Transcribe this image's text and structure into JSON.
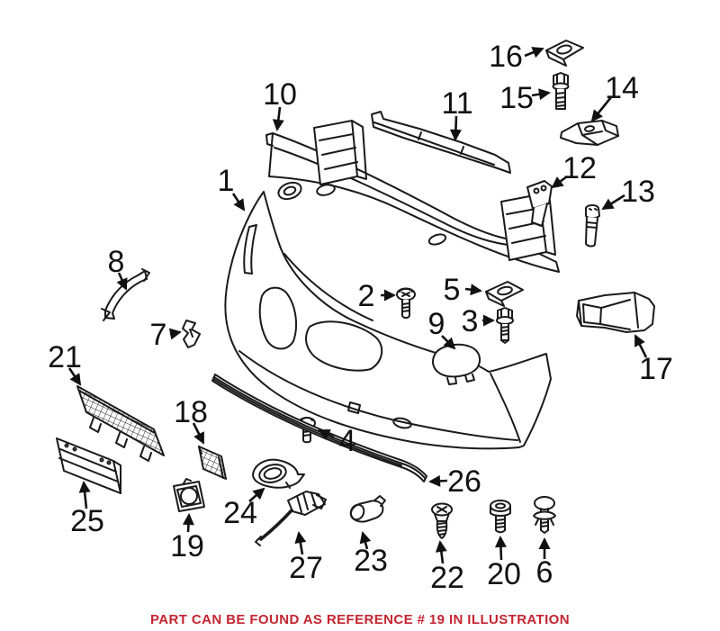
{
  "note": {
    "text": "PART CAN BE FOUND AS REFERENCE # 19 IN ILLUSTRATION",
    "referenced_number": "19",
    "color": "#C42430"
  },
  "colors": {
    "ink": "#1a1a1a",
    "background": "#ffffff",
    "note_red": "#C42430"
  },
  "callouts": [
    "1",
    "2",
    "3",
    "4",
    "5",
    "6",
    "7",
    "8",
    "9",
    "10",
    "11",
    "12",
    "13",
    "14",
    "15",
    "16",
    "17",
    "18",
    "19",
    "20",
    "21",
    "22",
    "23",
    "24",
    "25",
    "26",
    "27"
  ]
}
